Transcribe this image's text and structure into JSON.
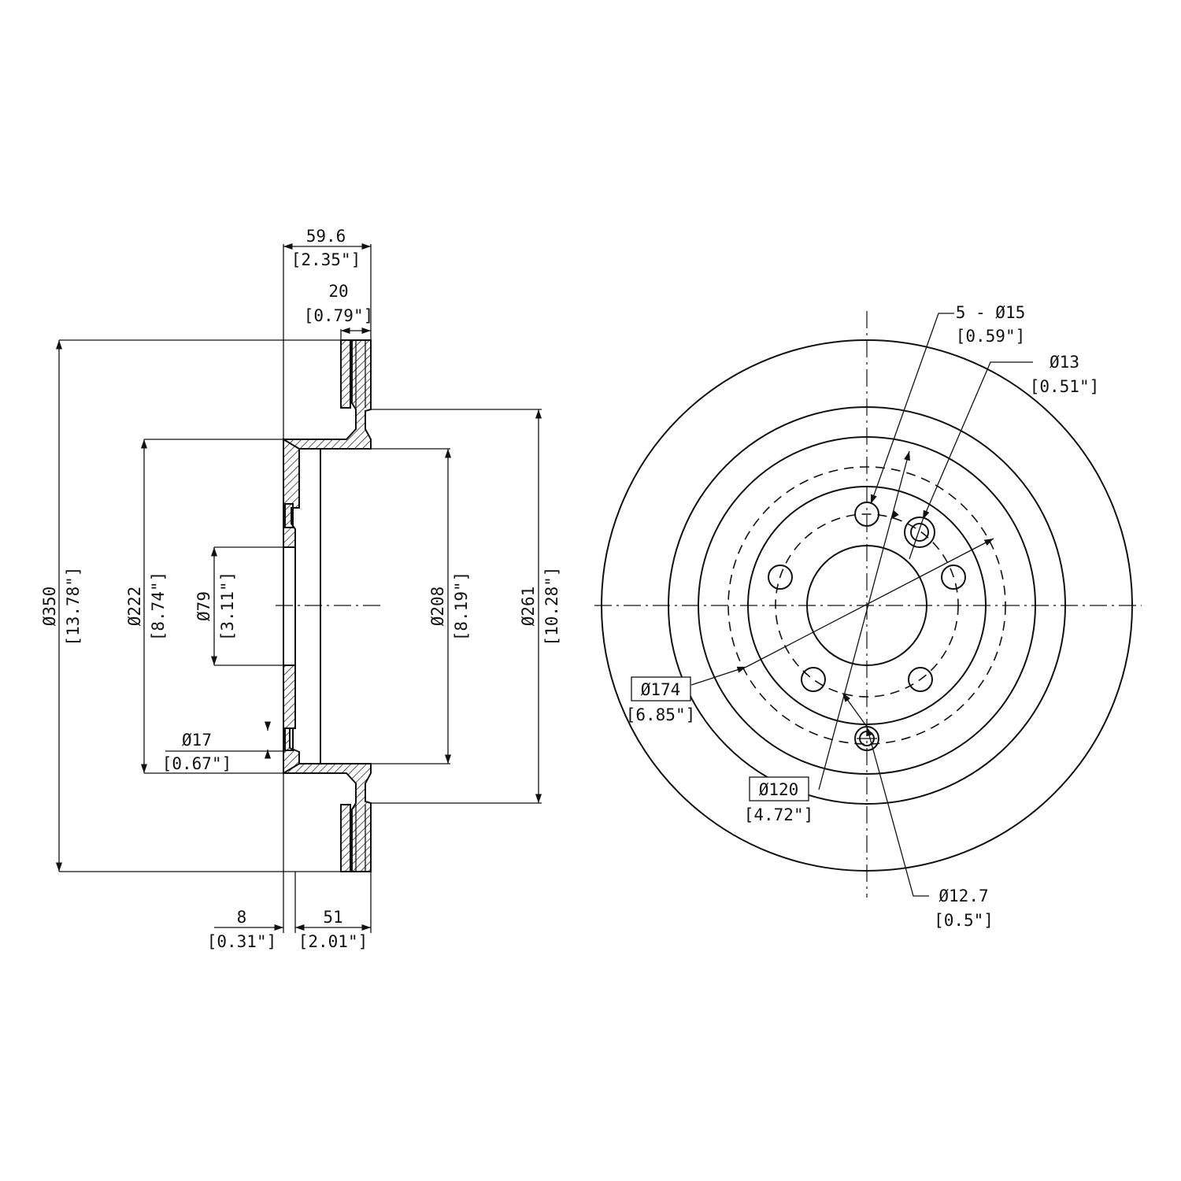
{
  "side_view": {
    "overall_width": {
      "mm": "59.6",
      "inch": "[2.35\"]"
    },
    "braking_band": {
      "mm": "20",
      "inch": "[0.79\"]"
    },
    "outer_diameter": {
      "mm": "Ø350",
      "inch": "[13.78\"]"
    },
    "hat_diameter": {
      "mm": "Ø222",
      "inch": "[8.74\"]"
    },
    "center_bore": {
      "mm": "Ø79",
      "inch": "[3.11\"]"
    },
    "inner_hat": {
      "mm": "Ø208",
      "inch": "[8.19\"]"
    },
    "inner_band": {
      "mm": "Ø261",
      "inch": "[10.28\"]"
    },
    "wheel_stud_hole": {
      "mm": "Ø17",
      "inch": "[0.67\"]"
    },
    "hat_thickness": {
      "mm": "8",
      "inch": "[0.31\"]"
    },
    "hat_height": {
      "mm": "51",
      "inch": "[2.01\"]"
    }
  },
  "front_view": {
    "bolt_holes": {
      "mm": "5 - Ø15",
      "inch": "[0.59\"]"
    },
    "locating_hole": {
      "mm": "Ø13",
      "inch": "[0.51\"]"
    },
    "pcd_outer": {
      "mm": "Ø174",
      "inch": "[6.85\"]"
    },
    "pcd_bolt": {
      "mm": "Ø120",
      "inch": "[4.72\"]"
    },
    "small_hole": {
      "mm": "Ø12.7",
      "inch": "[0.5\"]"
    }
  }
}
